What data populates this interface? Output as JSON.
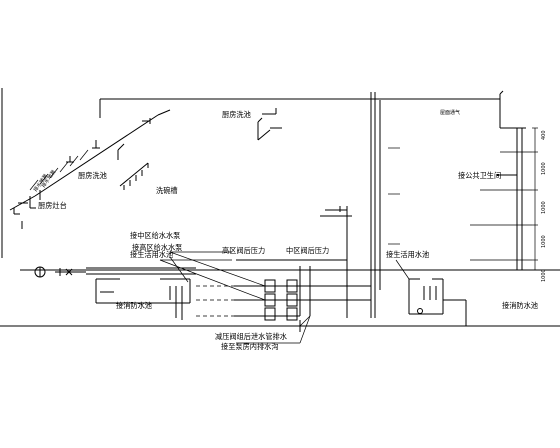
{
  "labels": {
    "kitchen_stove": "厨房灶台",
    "kitchen_sink_left": "厨房洗池",
    "kitchen_sink_top": "厨房洗池",
    "wash_tank": "洗碗槽",
    "to_public_toilet": "接公共卫生间",
    "high_zone_pump": "接高区给水水泵",
    "mid_zone_pump": "接中区给水水泵",
    "high_zone_valve": "高区阀后压力",
    "mid_zone_valve": "中区阀后压力",
    "domestic_pool_left": "接生活用水池",
    "domestic_pool_right": "接生活用水池",
    "fire_pool_left": "接消防水池",
    "fire_pool_right": "接消防水池",
    "drain_note_1": "减压阀组后泄水管排水",
    "drain_note_2": "接至泵房内排水沟",
    "small_diag_1": "排水地漏",
    "small_diag_2": "排水地漏",
    "small_top_right": "屋面通气"
  },
  "dimensions": [
    "400",
    "1000",
    "1000",
    "1000",
    "1000"
  ]
}
